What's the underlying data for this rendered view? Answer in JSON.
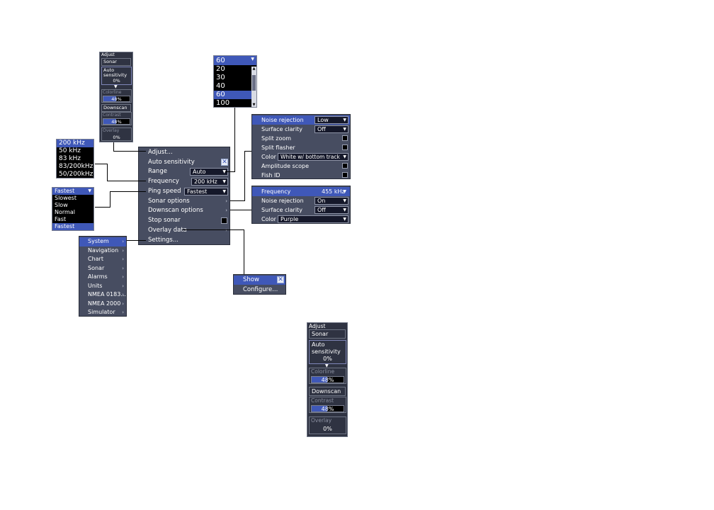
{
  "main_menu": {
    "items": [
      {
        "label": "Adjust..."
      },
      {
        "label": "Auto sensitivity"
      },
      {
        "label": "Range",
        "value": "Auto"
      },
      {
        "label": "Frequency",
        "value": "200 kHz"
      },
      {
        "label": "Ping speed",
        "value": "Fastest"
      },
      {
        "label": "Sonar options"
      },
      {
        "label": "Downscan options"
      },
      {
        "label": "Stop sonar"
      },
      {
        "label": "Overlay data"
      },
      {
        "label": "Settings..."
      }
    ]
  },
  "frequency_list": {
    "options": [
      "200 kHz",
      "50 kHz",
      "83 kHz",
      "83/200kHz",
      "50/200kHz"
    ],
    "selected": "200 kHz"
  },
  "ping_list": {
    "header": "Fastest",
    "options": [
      "Slowest",
      "Slow",
      "Normal",
      "Fast",
      "Fastest"
    ],
    "selected": "Fastest"
  },
  "range_list": {
    "header": "60",
    "options": [
      "20",
      "30",
      "40",
      "60",
      "100"
    ],
    "selected": "60"
  },
  "settings_list": {
    "options": [
      "System",
      "Navigation",
      "Chart",
      "Sonar",
      "Alarms",
      "Units",
      "NMEA 0183...",
      "NMEA 2000",
      "Simulator"
    ],
    "selected": "System"
  },
  "sonar_options": {
    "noise_label": "Noise rejection",
    "noise_value": "Low",
    "clarity_label": "Surface clarity",
    "clarity_value": "Off",
    "split_zoom": "Split zoom",
    "split_flasher": "Split flasher",
    "color_label": "Color",
    "color_value": "White w/ bottom track",
    "amplitude": "Amplitude scope",
    "fish_id": "Fish ID"
  },
  "downscan_options": {
    "freq_label": "Frequency",
    "freq_value": "455 kHz",
    "noise_label": "Noise rejection",
    "noise_value": "On",
    "clarity_label": "Surface clarity",
    "clarity_value": "Off",
    "color_label": "Color",
    "color_value": "Purple"
  },
  "overlay_menu": {
    "show": "Show",
    "configure": "Configure..."
  },
  "adjust_small": {
    "title": "Adjust",
    "sonar": "Sonar",
    "auto1": "Auto",
    "auto2": "sensitivity",
    "auto_val": "0%",
    "colorline": "Colorline",
    "colorline_val": "48%",
    "downscan": "Downscan",
    "contrast": "Contrast",
    "contrast_val": "48%",
    "overlay": "Overlay",
    "overlay_val": "0%"
  },
  "adjust_large": {
    "title": "Adjust",
    "sonar": "Sonar",
    "auto1": "Auto",
    "auto2": "sensitivity",
    "auto_val": "0%",
    "colorline": "Colorline",
    "colorline_val": "48%",
    "downscan": "Downscan",
    "contrast": "Contrast",
    "contrast_val": "48%",
    "overlay": "Overlay",
    "overlay_val": "0%"
  },
  "levels": {
    "colorline": 0.48,
    "contrast": 0.48,
    "range_scroll": 0.55
  },
  "colors": {
    "panel": "#474d61",
    "highlight": "#3f58b8",
    "list_bg": "#000000"
  }
}
